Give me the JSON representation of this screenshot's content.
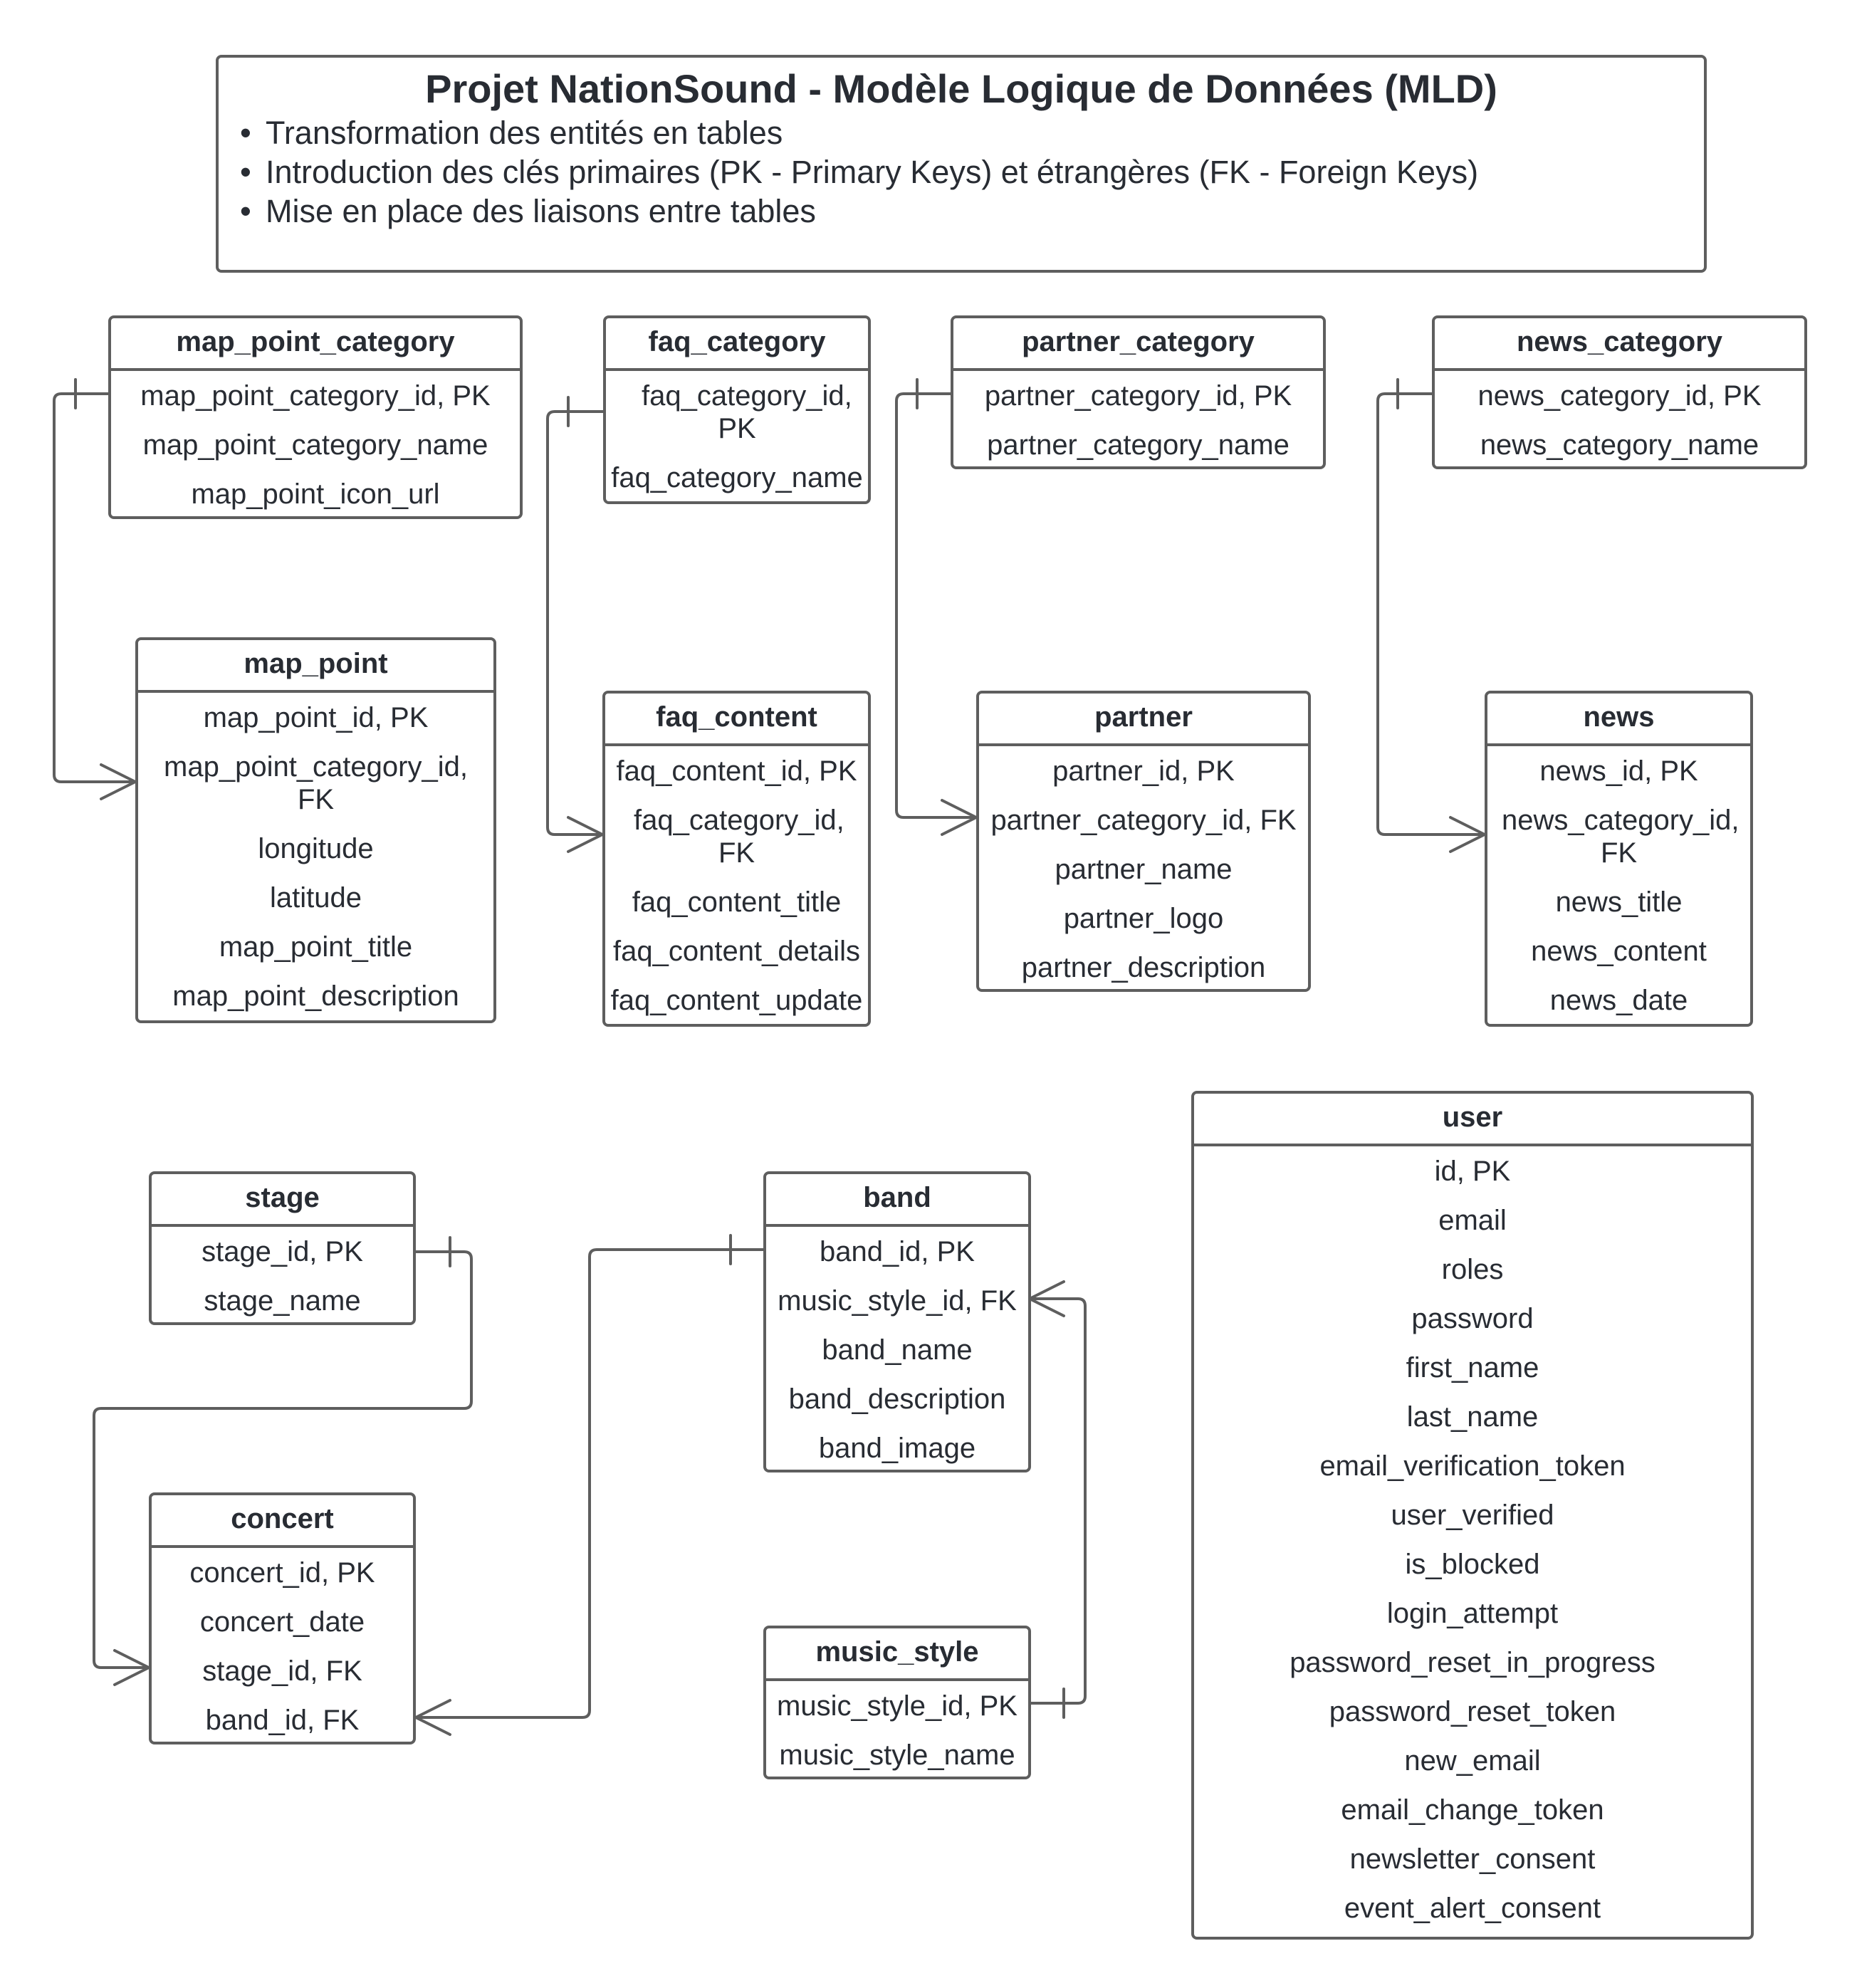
{
  "header": {
    "title": "Projet NationSound - Modèle Logique de Données (MLD)",
    "bullets": [
      "Transformation des entités en tables",
      "Introduction des clés primaires (PK - Primary Keys) et étrangères (FK - Foreign Keys)",
      "Mise en place des liaisons entre tables"
    ]
  },
  "tables": {
    "map_point_category": {
      "name": "map_point_category",
      "fields": [
        "map_point_category_id, PK",
        "map_point_category_name",
        "map_point_icon_url"
      ]
    },
    "faq_category": {
      "name": "faq_category",
      "fields": [
        "faq_category_id, PK",
        "faq_category_name"
      ]
    },
    "partner_category": {
      "name": "partner_category",
      "fields": [
        "partner_category_id, PK",
        "partner_category_name"
      ]
    },
    "news_category": {
      "name": "news_category",
      "fields": [
        "news_category_id, PK",
        "news_category_name"
      ]
    },
    "map_point": {
      "name": "map_point",
      "fields": [
        "map_point_id, PK",
        "map_point_category_id, FK",
        "longitude",
        "latitude",
        "map_point_title",
        "map_point_description"
      ]
    },
    "faq_content": {
      "name": "faq_content",
      "fields": [
        "faq_content_id, PK",
        "faq_category_id, FK",
        "faq_content_title",
        "faq_content_details",
        "faq_content_update"
      ]
    },
    "partner": {
      "name": "partner",
      "fields": [
        "partner_id, PK",
        "partner_category_id, FK",
        "partner_name",
        "partner_logo",
        "partner_description"
      ]
    },
    "news": {
      "name": "news",
      "fields": [
        "news_id, PK",
        "news_category_id, FK",
        "news_title",
        "news_content",
        "news_date"
      ]
    },
    "stage": {
      "name": "stage",
      "fields": [
        "stage_id, PK",
        "stage_name"
      ]
    },
    "band": {
      "name": "band",
      "fields": [
        "band_id, PK",
        "music_style_id, FK",
        "band_name",
        "band_description",
        "band_image"
      ]
    },
    "concert": {
      "name": "concert",
      "fields": [
        "concert_id, PK",
        "concert_date",
        "stage_id, FK",
        "band_id, FK"
      ]
    },
    "music_style": {
      "name": "music_style",
      "fields": [
        "music_style_id, PK",
        "music_style_name"
      ]
    },
    "user": {
      "name": "user",
      "fields": [
        "id, PK",
        "email",
        "roles",
        "password",
        "first_name",
        "last_name",
        "email_verification_token",
        "user_verified",
        "is_blocked",
        "login_attempt",
        "password_reset_in_progress",
        "password_reset_token",
        "new_email",
        "email_change_token",
        "newsletter_consent",
        "event_alert_consent"
      ]
    }
  },
  "relations": [
    {
      "from": "map_point_category",
      "to": "map_point",
      "cardinality": "one-to-many"
    },
    {
      "from": "faq_category",
      "to": "faq_content",
      "cardinality": "one-to-many"
    },
    {
      "from": "partner_category",
      "to": "partner",
      "cardinality": "one-to-many"
    },
    {
      "from": "news_category",
      "to": "news",
      "cardinality": "one-to-many"
    },
    {
      "from": "stage",
      "to": "concert",
      "cardinality": "one-to-many"
    },
    {
      "from": "band",
      "to": "concert",
      "cardinality": "one-to-many"
    },
    {
      "from": "music_style",
      "to": "band",
      "cardinality": "one-to-many"
    }
  ]
}
